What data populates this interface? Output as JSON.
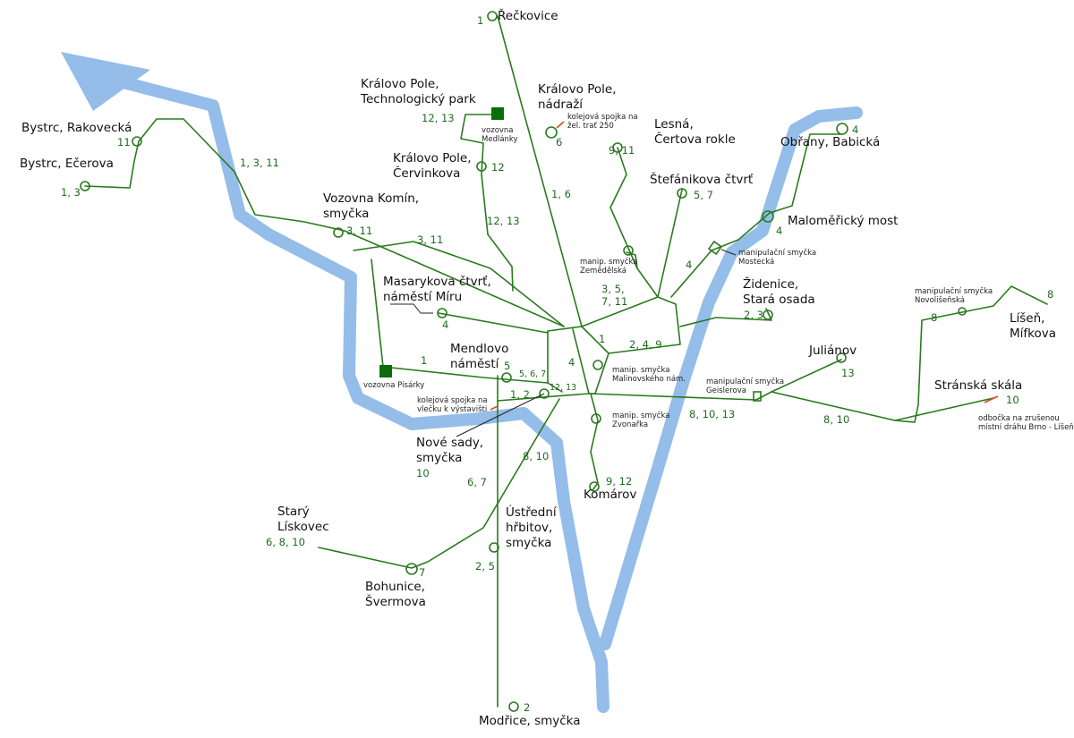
{
  "colors": {
    "river": "#94bde9",
    "track": "#2a7a1e",
    "depot": "#0a6e0a",
    "connector": "#e04a1a",
    "stop_text": "#111111",
    "line_text": "#1f6b1f"
  },
  "stops": {
    "reckovice": "Řečkovice",
    "kp_tech_1": "Královo Pole,",
    "kp_tech_2": "Technologický park",
    "kp_nadrazi_1": "Královo Pole,",
    "kp_nadrazi_2": "nádraží",
    "lesna_1": "Lesná,",
    "lesna_2": "Čertova rokle",
    "obrany": "Obřany, Babická",
    "bystrc_rak": "Bystrc, Rakovecká",
    "bystrc_ec": "Bystrc, Ečerova",
    "kp_cerv_1": "Královo Pole,",
    "kp_cerv_2": "Červinkova",
    "stefanikova": "Štefánikova čtvrť",
    "komin_1": "Vozovna Komín,",
    "komin_2": "smyčka",
    "malomericky": "Maloměřický most",
    "masarykova_1": "Masarykova čtvrť,",
    "masarykova_2": "náměstí Míru",
    "zidenice_1": "Židenice,",
    "zidenice_2": "Stará osada",
    "lisen_1": "Líšeň,",
    "lisen_2": "Mífkova",
    "julianov": "Juliánov",
    "mendlovo_1": "Mendlovo",
    "mendlovo_2": "náměstí",
    "stranska": "Stránská skála",
    "nove_sady_1": "Nové sady,",
    "nove_sady_2": "smyčka",
    "komarov": "Komárov",
    "stary_1": "Starý",
    "stary_2": "Lískovec",
    "ustredni_1": "Ústřední",
    "ustredni_2": "hřbitov,",
    "ustredni_3": "smyčka",
    "bohunice_1": "Bohunice,",
    "bohunice_2": "Švermova",
    "modrice": "Modřice, smyčka"
  },
  "lines": {
    "reckovice": "1",
    "kp_tech": "12, 13",
    "kp_nadrazi": "6",
    "lesna": "9, 11",
    "obrany": "4",
    "bystrc_rak": "11",
    "bystrc_ec": "1, 3",
    "bystrc_trunk": "1, 3, 11",
    "kp_cerv": "12",
    "kp_cerv_trunk": "12, 13",
    "purkynova": "1, 6",
    "stefanikova": "5, 7",
    "komin": "3, 11",
    "komin_trunk": "3, 11",
    "malomericky": "4",
    "mostecka_trunk": "4",
    "masarykova": "4",
    "center_ne_1": "3, 5,",
    "center_ne_2": "7, 11",
    "zidenice": "2, 3",
    "lisen": "8",
    "novolisenska": "8",
    "center_1": "1",
    "center_2_4_9": "2, 4, 9",
    "julianov": "13",
    "mendlovo": "5",
    "pisarky_trunk": "1",
    "center_4": "4",
    "mendlovo_567": "5, 6, 7",
    "stranska": "10",
    "nove_sady_12": "1, 2",
    "nove_sady_1213": "12, 13",
    "geislerova_trunk": "8, 10, 13",
    "stranska_trunk": "8, 10",
    "nove_sady": "10",
    "bohunice_trunk_810": "8, 10",
    "bohunice_trunk_67": "6, 7",
    "komarov": "9, 12",
    "stary": "6, 8, 10",
    "ustredni": "2, 5",
    "bohunice": "7",
    "modrice": "2"
  },
  "notes": {
    "medlanky_1": "vozovna",
    "medlanky_2": "Medlánky",
    "kp_spojka_1": "kolejová spojka na",
    "kp_spojka_2": "žel. trať 250",
    "zemedelska_1": "manip. smyčka",
    "zemedelska_2": "Zemědělská",
    "mostecka_1": "manipulační smyčka",
    "mostecka_2": "Mostecká",
    "novolisenska_1": "manipulační smyčka",
    "novolisenska_2": "Novolišeňská",
    "malinovskeho_1": "manip. smyčka",
    "malinovskeho_2": "Malinovského nám.",
    "geislerova_1": "manipulační smyčka",
    "geislerova_2": "Geislerova",
    "pisarky": "vozovna Pisárky",
    "vystaviste_1": "kolejová spojka na",
    "vystaviste_2": "vlečku k výstavišti",
    "zvonarka_1": "manip. smyčka",
    "zvonarka_2": "Zvonařka",
    "lisen_odbocka_1": "odbočka na zrušenou",
    "lisen_odbocka_2": "místní dráhu Brno - Líšeň"
  }
}
